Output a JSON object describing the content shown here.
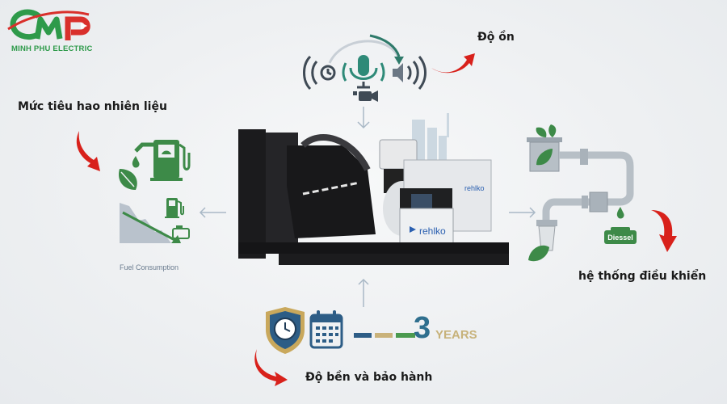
{
  "brand": {
    "logo_letters": "CMP",
    "name": "MINH PHU ELECTRIC",
    "colors": {
      "green": "#2e9a4a",
      "red": "#d9302c"
    }
  },
  "features": {
    "noise": {
      "label": "Độ ồn",
      "icons": [
        "clock-sound-icon",
        "microphone-icon",
        "camera-icon",
        "speaker-icon"
      ]
    },
    "fuel": {
      "label": "Mức tiêu hao nhiên liệu",
      "caption": "Fuel Consumption",
      "icons": [
        "fuel-pump-icon",
        "leaf-icon",
        "fuel-drop-icon",
        "decline-chart-icon",
        "fuel-tank-icon"
      ]
    },
    "control": {
      "label": "hệ thống điều khiển",
      "tank_label": "Diessel",
      "icons": [
        "filter-tank-icon",
        "pipe-icon",
        "filter-icon",
        "diesel-tank-icon"
      ]
    },
    "durability": {
      "label": "Độ bền và bảo hành",
      "years_number": "3",
      "years_text": "YEARS",
      "icons": [
        "shield-clock-icon",
        "calendar-icon"
      ]
    }
  },
  "generator": {
    "brand_label": "rehlko",
    "colors": {
      "body": "#1c1c1e",
      "panel": "#e9ecef",
      "brand_blue": "#2a5fb0"
    }
  },
  "colors": {
    "accent_green": "#3d8a48",
    "arrow_red": "#d8211b",
    "connector_gray": "#a9b8c6",
    "years_blue": "#2f6f8e",
    "years_gold": "#c7b27a"
  }
}
